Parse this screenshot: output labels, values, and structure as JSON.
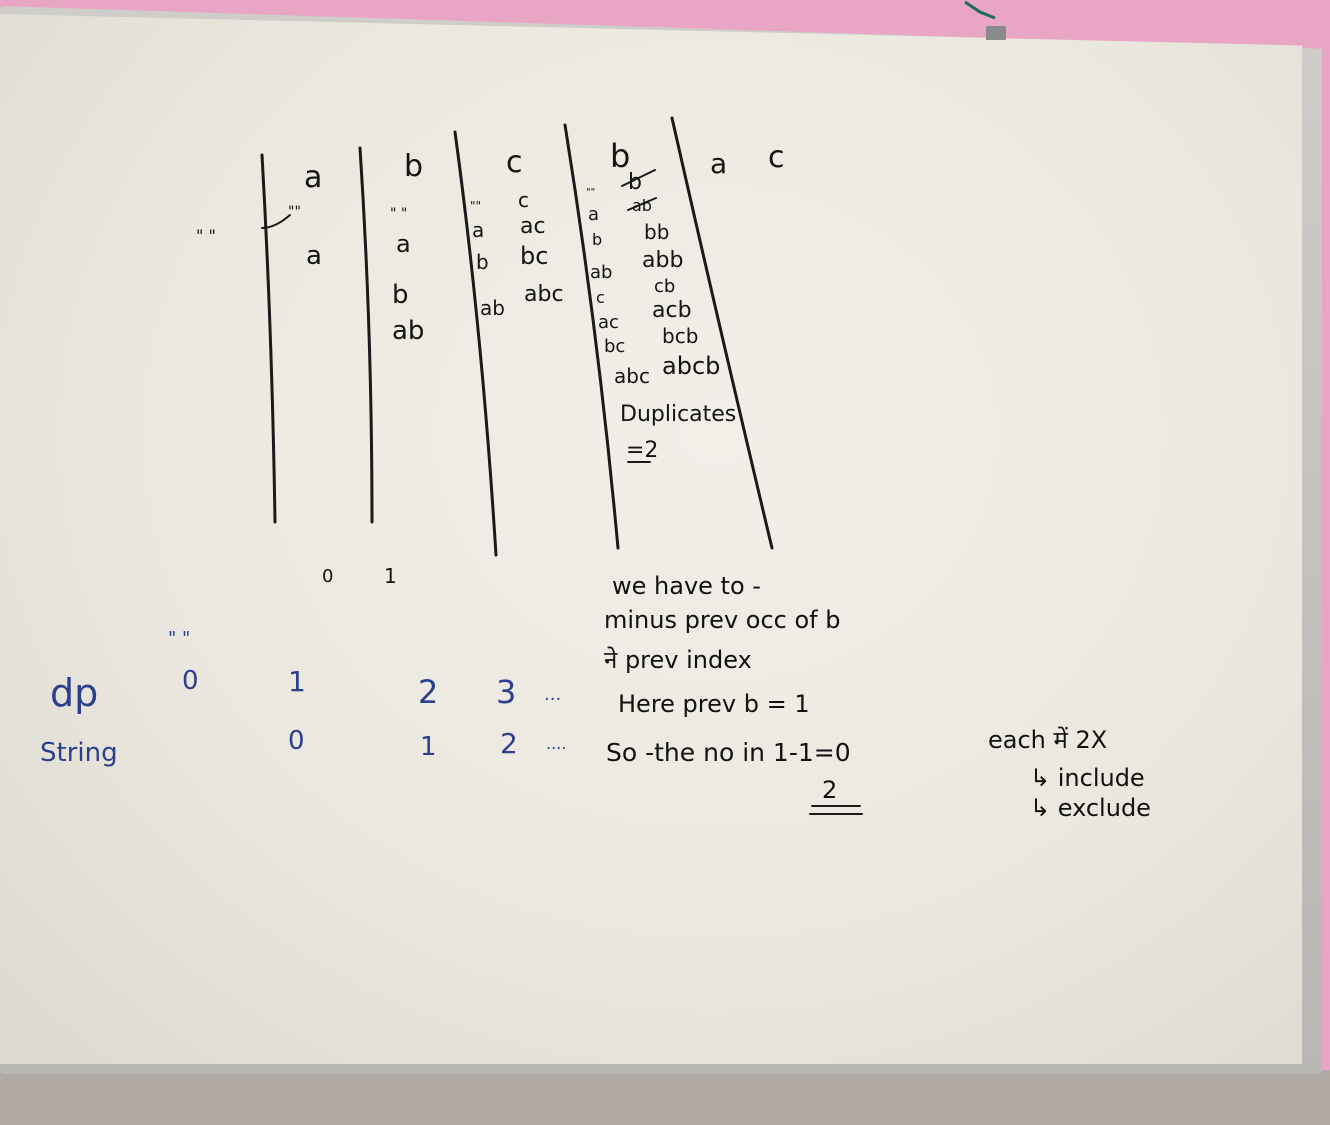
{
  "board": {
    "sequence_letters": [
      "a",
      "b",
      "c",
      "b",
      "a",
      "c"
    ],
    "col_a": [
      "\" \"",
      "\"\"",
      "a"
    ],
    "col_b": [
      "\" \"",
      "a",
      "b",
      "ab"
    ],
    "col_c": [
      "\"\"",
      "c",
      "a",
      "ac",
      "b",
      "bc",
      "ab",
      "abc"
    ],
    "col_b2_left": [
      "\"\"",
      "a",
      "b",
      "ab",
      "c",
      "ac",
      "bc",
      "abc"
    ],
    "col_b2_right": [
      "b",
      "ab",
      "bb",
      "abb",
      "cb",
      "acb",
      "bcb",
      "abcb"
    ],
    "duplicates": "Duplicates",
    "duplicates_count": "=2",
    "index_row": [
      "0",
      "1"
    ],
    "note_lines": [
      "we have to -",
      "minus prev occ of b",
      "ने prev index",
      "Here prev b = 1",
      "So -the no in 1-1=0",
      "2"
    ],
    "dp_label": "dp",
    "string_label": "String",
    "dp_values": [
      "\" \"",
      "0",
      "1",
      "2",
      "3",
      "..."
    ],
    "string_values": [
      "0",
      "1",
      "2",
      "...."
    ],
    "side_note": [
      "each में 2X",
      "↳ include",
      "↳ exclude"
    ]
  },
  "colors": {
    "marker_black": "#141414",
    "marker_blue": "#2c3f8f",
    "board": "#ebe8df",
    "wall": "#e8a6c4"
  }
}
